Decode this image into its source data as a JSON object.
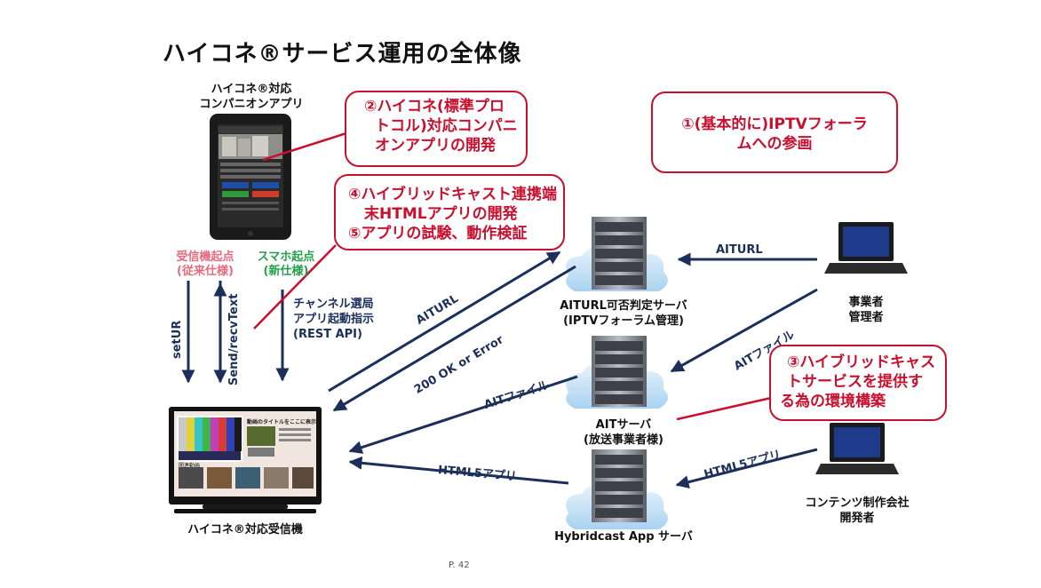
{
  "title": "ハイコネ®サービス運用の全体像",
  "labels": {
    "companion_app": [
      "ハイコネ®対応",
      "コンパニオンアプリ"
    ],
    "receiver_origin": [
      "受信機起点",
      "(従来仕様)"
    ],
    "smartphone_origin": [
      "スマホ起点",
      "(新仕様)"
    ],
    "setur": "setUR",
    "sendrecv": "Send/recvText",
    "channel_select": [
      "チャンネル選局",
      "アプリ起動指示",
      "(REST API)"
    ],
    "aiturl_left": "AITURL",
    "ok_error": "200 OK or Error",
    "ait_file_left": "AITファイル",
    "html5_left": "HTML5アプリ",
    "aiturl_right": "AITURL",
    "ait_file_right": "AITファイル",
    "html5_right": "HTML5アプリ",
    "server1": [
      "AITURL可否判定サーバ",
      "(IPTVフォーラム管理)"
    ],
    "server2": [
      "AITサーバ",
      "(放送事業者様)"
    ],
    "server3": "Hybridcast App サーバ",
    "operator": [
      "事業者",
      "管理者"
    ],
    "content_dev": [
      "コンテンツ制作会社",
      "開発者"
    ],
    "tv": "ハイコネ®対応受信機",
    "page": "P. 42"
  },
  "callouts": {
    "c1": [
      "①(基本的に)IPTVフォーラ",
      "ムへの参画"
    ],
    "c2": [
      "②ハイコネ(標準プロ",
      "トコル)対応コンパニ",
      "オンアプリの開発"
    ],
    "c3": [
      "③ハイブリッドキャス",
      "トサービスを提供す",
      "る為の環境構築"
    ],
    "c4": [
      "④ハイブリッドキャスト連携端",
      "末HTMLアプリの開発",
      "⑤アプリの試験、動作検証"
    ]
  },
  "tv_screen_text": {
    "heading": "動画のタイトルをここに表示",
    "related": "関連動画"
  },
  "colors": {
    "arrow": "#1b2f5a",
    "callout": "#c8102e",
    "pink": "#e86a7d",
    "green": "#22a04a"
  }
}
